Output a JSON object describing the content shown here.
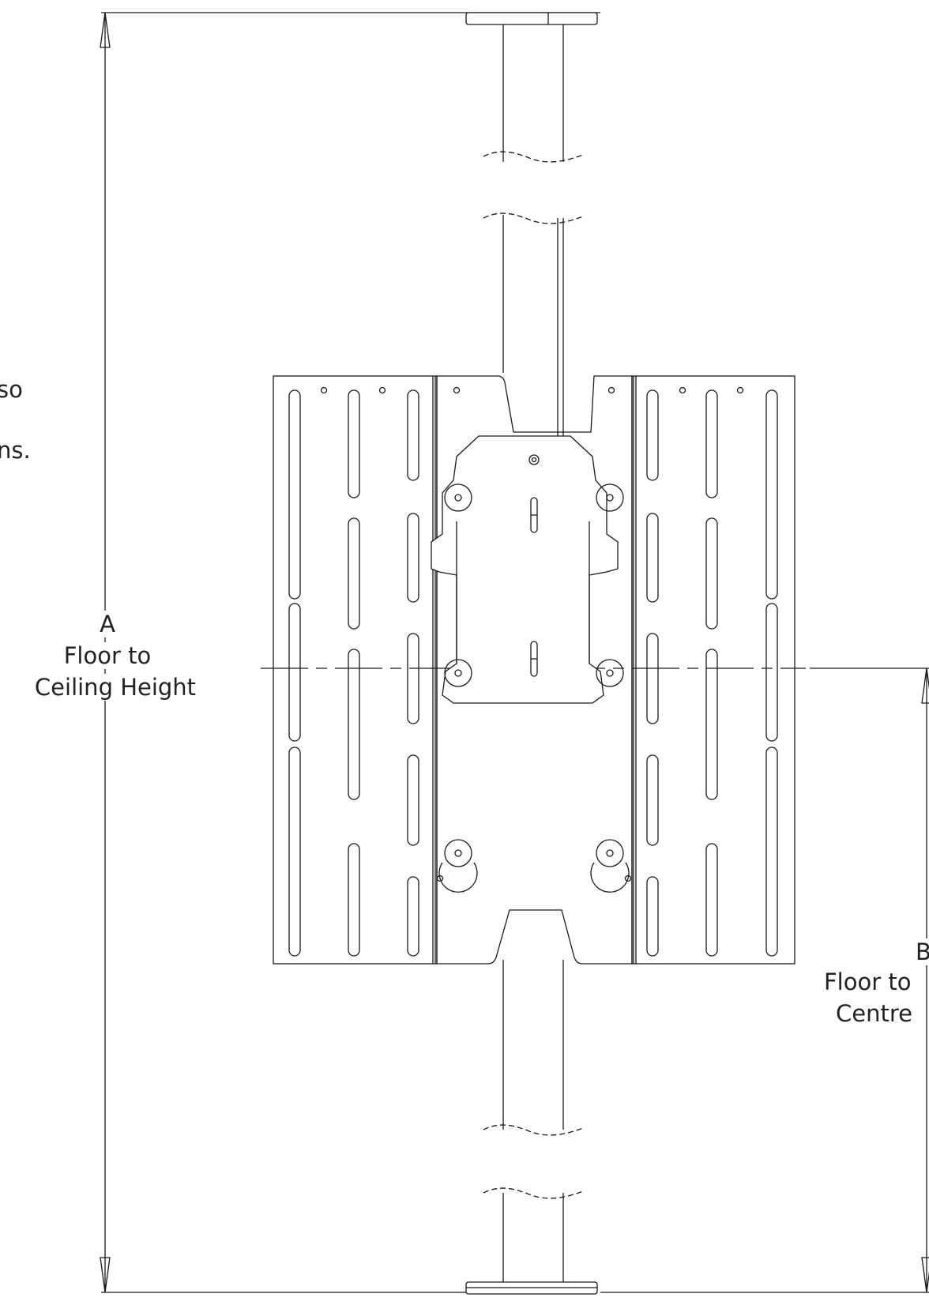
{
  "dimension_a": {
    "letter": "A",
    "line1": "Floor to",
    "line2": "Ceiling Height"
  },
  "dimension_b": {
    "letter": "B",
    "line1": "Floor to",
    "line2": "Centre"
  },
  "margin_fragments": [
    "so",
    "ns."
  ],
  "colors": {
    "line": "#1a1a1a",
    "background": "#ffffff"
  }
}
